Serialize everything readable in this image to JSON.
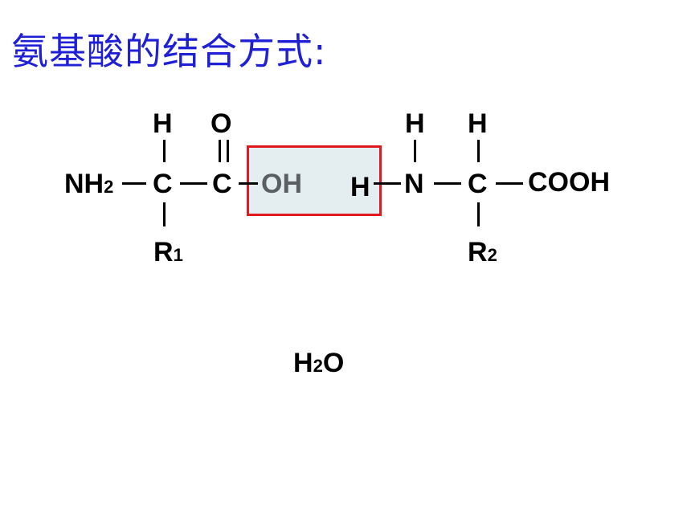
{
  "title": "氨基酸的结合方式:",
  "colors": {
    "title": "#1f1fd6",
    "highlight_border": "#e0191f",
    "highlight_fill": "#e4eef0",
    "hydroxyl_text": "#5a5f63"
  },
  "molecule1": {
    "amino_group": "NH",
    "amino_sub": "2",
    "alpha_carbon": "C",
    "alpha_h": "H",
    "r_group": "R",
    "r_sub": "1",
    "carbonyl_carbon": "C",
    "carbonyl_o": "O",
    "hydroxyl": "OH"
  },
  "molecule2": {
    "amino_h": "H",
    "nitrogen": "N",
    "nitrogen_h": "H",
    "alpha_carbon": "C",
    "alpha_h": "H",
    "r_group": "R",
    "r_sub": "2",
    "carboxyl": "COOH"
  },
  "product": {
    "h": "H",
    "sub": "2",
    "o": "O"
  }
}
